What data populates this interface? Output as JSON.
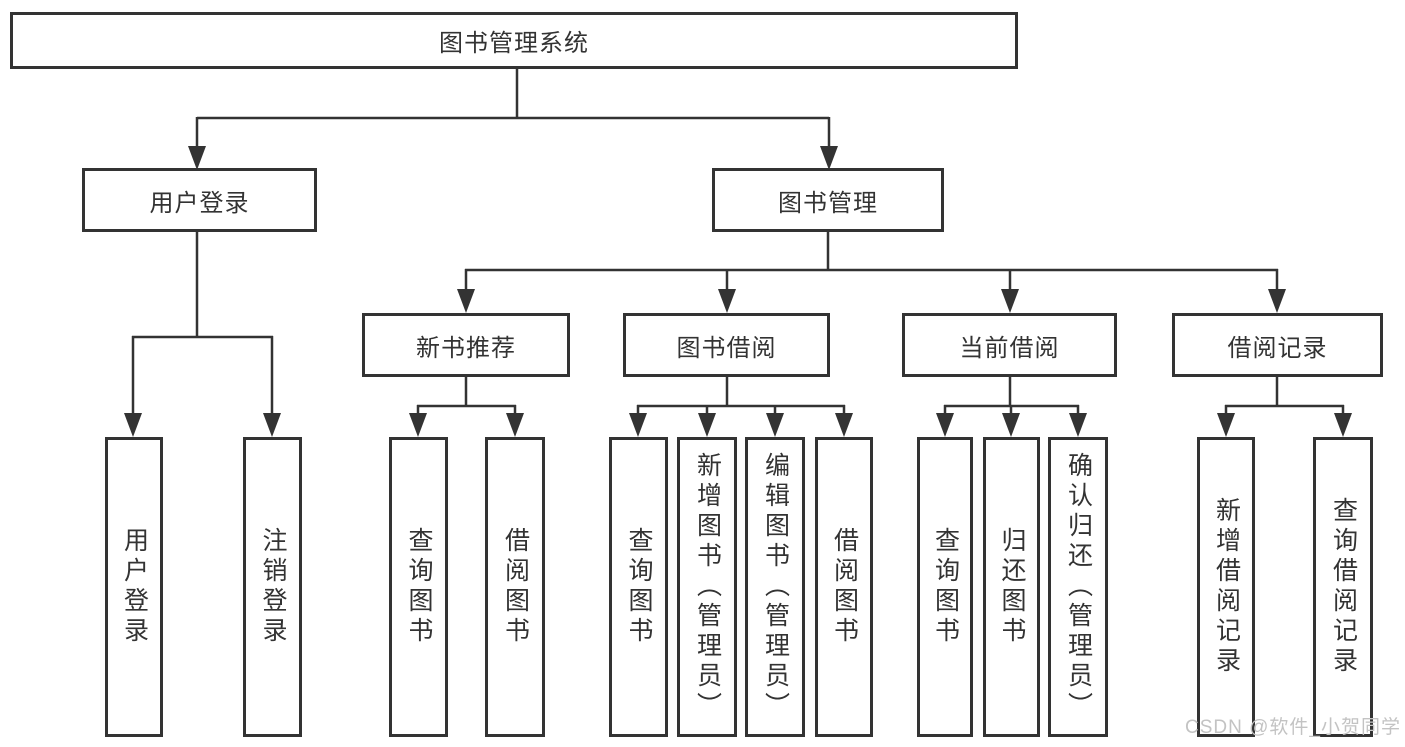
{
  "colors": {
    "line": "#333333",
    "box_border": "#333333",
    "text": "#333333",
    "bg": "#ffffff",
    "watermark": "#c3c3c3"
  },
  "watermark": {
    "text": "CSDN @软件_小贺同学"
  },
  "tree": {
    "root": {
      "label": "图书管理系统"
    },
    "children": [
      {
        "label": "用户登录",
        "children": [
          {
            "label": "用户登录"
          },
          {
            "label": "注销登录"
          }
        ]
      },
      {
        "label": "图书管理",
        "children": [
          {
            "label": "新书推荐",
            "children": [
              {
                "label": "查询图书"
              },
              {
                "label": "借阅图书"
              }
            ]
          },
          {
            "label": "图书借阅",
            "children": [
              {
                "label": "查询图书"
              },
              {
                "label": "新增图书（管理员）"
              },
              {
                "label": "编辑图书（管理员）"
              },
              {
                "label": "借阅图书"
              }
            ]
          },
          {
            "label": "当前借阅",
            "children": [
              {
                "label": "查询图书"
              },
              {
                "label": "归还图书"
              },
              {
                "label": "确认归还（管理员）"
              }
            ]
          },
          {
            "label": "借阅记录",
            "children": [
              {
                "label": "新增借阅记录"
              },
              {
                "label": "查询借阅记录"
              }
            ]
          }
        ]
      }
    ]
  }
}
